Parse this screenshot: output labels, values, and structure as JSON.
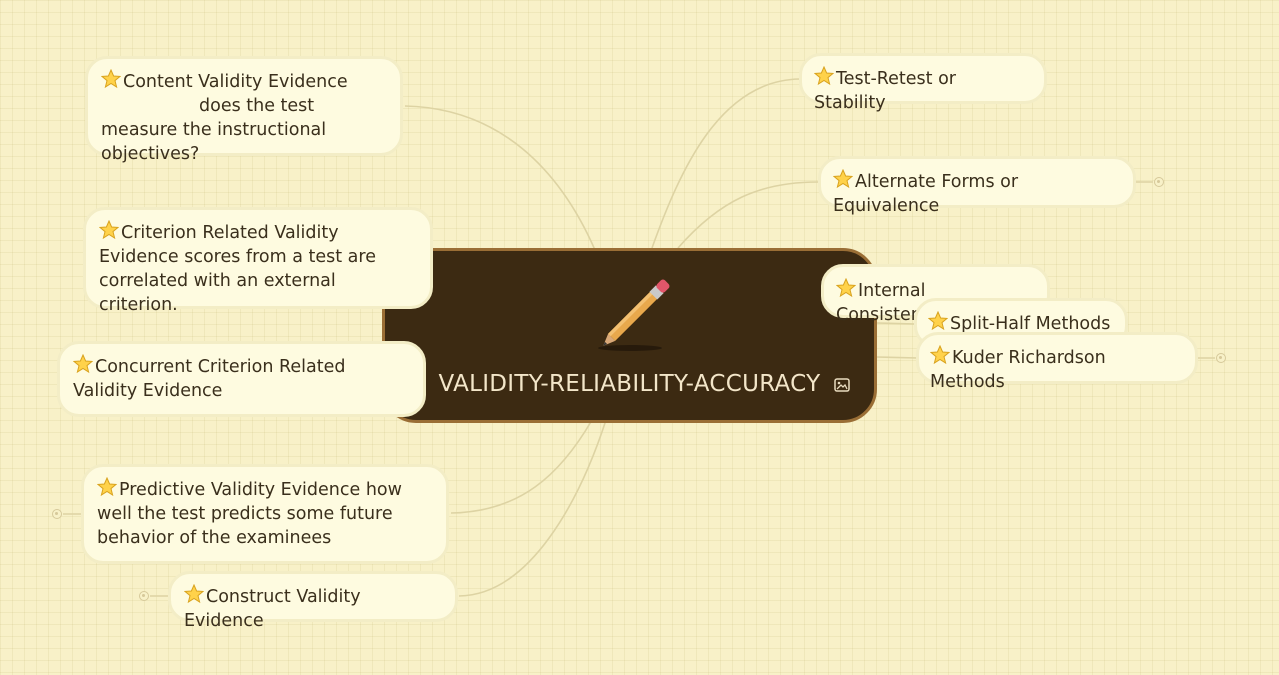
{
  "central_topic": {
    "title": "VALIDITY-RELIABILITY-ACCURACY",
    "icon": "pencil-icon",
    "attachment_icon": "image-icon"
  },
  "left_topics": [
    {
      "title": "Content Validity Evidence",
      "note": "does the test measure the instructional objectives?"
    },
    {
      "title": "Criterion Related Validity Evidence",
      "note": "scores from a test are correlated with an external criterion."
    },
    {
      "title": "Concurrent Criterion Related Validity Evidence"
    },
    {
      "title": "Predictive Validity Evidence how well the test predicts some future behavior of the examinees"
    },
    {
      "title": "Construct Validity Evidence"
    }
  ],
  "right_topics": [
    {
      "title": "Test-Retest or Stability"
    },
    {
      "title": "Alternate Forms or Equivalence"
    },
    {
      "title": "Internal Consistency"
    },
    {
      "title": "Split-Half Methods"
    },
    {
      "title": "Kuder Richardson Methods"
    }
  ],
  "colors": {
    "background": "#f8f1c8",
    "central_fill": "#3c2a12",
    "central_border": "#9a6e35",
    "node_fill": "#fefbe0",
    "link": "#ddd3a3",
    "text": "#3a2f1c"
  },
  "node_icon": "star-icon"
}
